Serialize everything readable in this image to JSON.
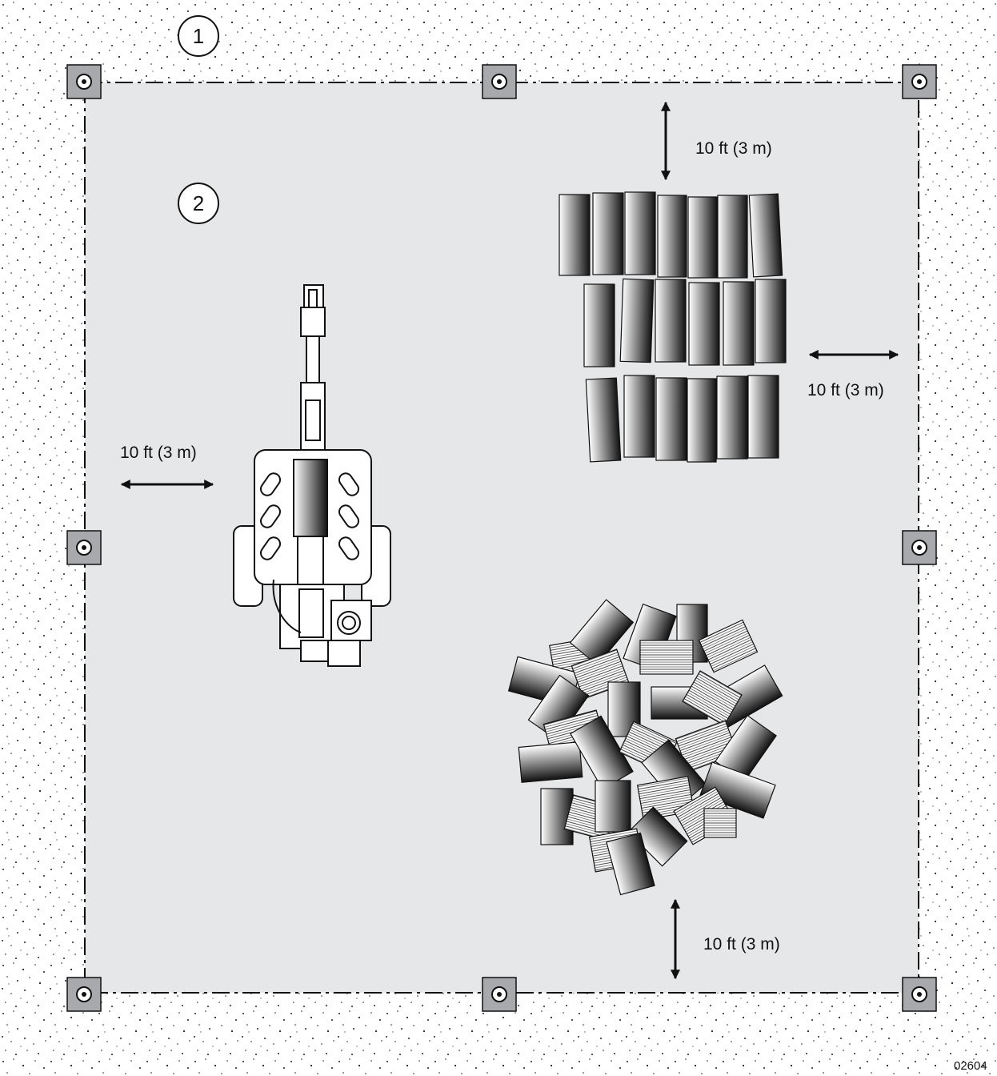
{
  "callouts": {
    "one": "1",
    "two": "2"
  },
  "clearances": {
    "top": "10 ft (3 m)",
    "right": "10 ft (3 m)",
    "left": "10 ft (3 m)",
    "bottom": "10 ft (3 m)"
  },
  "figure_number": "02604",
  "colors": {
    "work_area": "#e6e7e8",
    "stake": "#a7a9ac",
    "outline": "#111111"
  }
}
